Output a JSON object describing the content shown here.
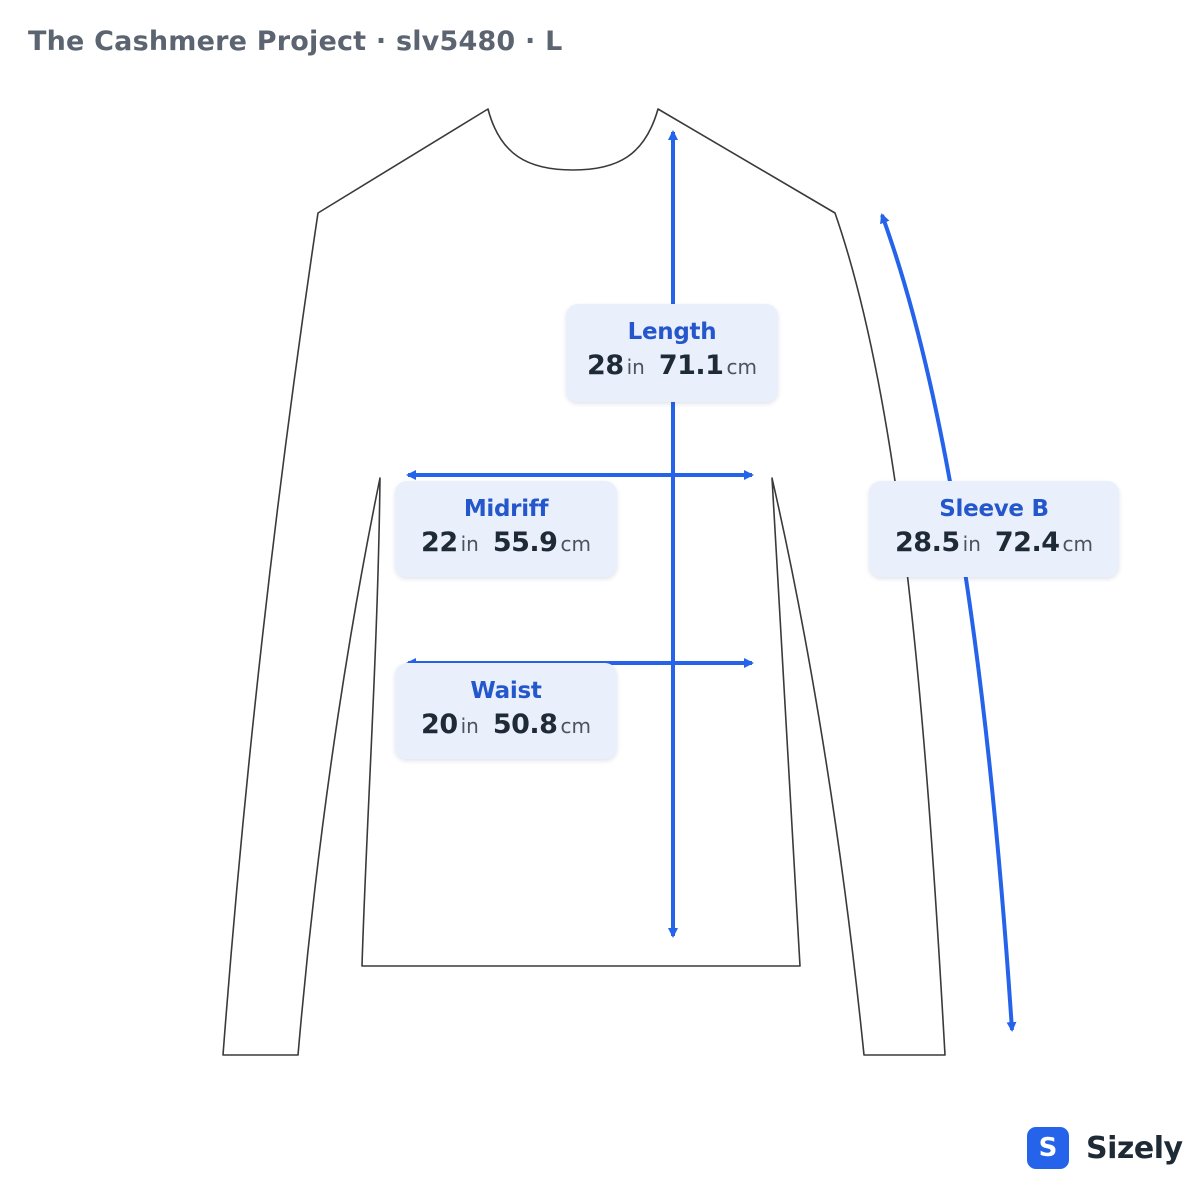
{
  "header": {
    "title": "The Cashmere Project · slv5480 · L"
  },
  "colors": {
    "accent": "#2563eb",
    "card_bg": "#eaf0fb",
    "label_text": "#2456cc",
    "value_text": "#1f2a37",
    "outline": "#3a3a3a"
  },
  "measurements": {
    "length": {
      "label": "Length",
      "in": "28",
      "in_unit": "in",
      "cm": "71.1",
      "cm_unit": "cm"
    },
    "midriff": {
      "label": "Midriff",
      "in": "22",
      "in_unit": "in",
      "cm": "55.9",
      "cm_unit": "cm"
    },
    "waist": {
      "label": "Waist",
      "in": "20",
      "in_unit": "in",
      "cm": "50.8",
      "cm_unit": "cm"
    },
    "sleeve": {
      "label": "Sleeve B",
      "in": "28.5",
      "in_unit": "in",
      "cm": "72.4",
      "cm_unit": "cm"
    }
  },
  "brand": {
    "logo_letter": "S",
    "name": "Sizely",
    "logo_icon": "s-badge-icon"
  }
}
